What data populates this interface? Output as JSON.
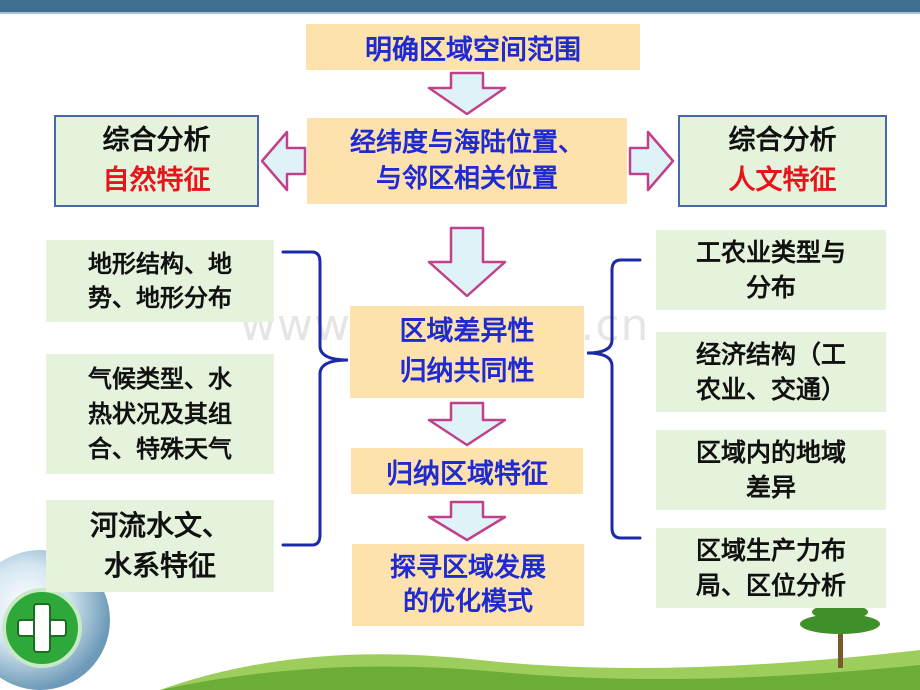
{
  "center": {
    "scope": "明确区域空间范围",
    "position": [
      "经纬度与海陆位置、",
      "与邻区相关位置"
    ],
    "diff": [
      "区域差异性",
      "归纳共同性"
    ],
    "summary": "归纳区域特征",
    "optimize": [
      "探寻区域发展",
      "的优化模式"
    ]
  },
  "natural": {
    "title": "综合分析",
    "subtitle": "自然特征"
  },
  "human": {
    "title": "综合分析",
    "subtitle": "人文特征"
  },
  "left_items": [
    [
      "地形结构、地",
      "势、地形分布"
    ],
    [
      "气候类型、水",
      "热状况及其组",
      "合、特殊天气"
    ],
    [
      "河流水文、",
      "水系特征"
    ]
  ],
  "right_items": [
    [
      "工农业类型与",
      "分布"
    ],
    [
      "经济结构（工",
      "农业、交通）"
    ],
    [
      "区域内的地域",
      "差异"
    ],
    [
      "区域生产力布",
      "局、区位分析"
    ]
  ],
  "watermark": "www.zixin.com.cn",
  "colors": {
    "box_peach": "#fde2ad",
    "box_green": "#e6f3dc",
    "title_blue": "#1f2bd0",
    "accent_red": "#e8141c",
    "arrow_fill": "#dff2f8",
    "arrow_stroke": "#c0418a",
    "brace": "#1c2aa8"
  }
}
